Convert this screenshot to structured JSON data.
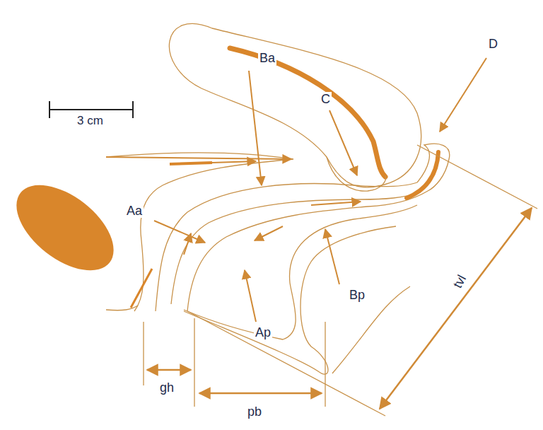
{
  "diagram": {
    "labels": [
      "3 cm",
      "Ba",
      "C",
      "D",
      "Aa",
      "Bp",
      "Ap",
      "gh",
      "pb",
      "tvl"
    ]
  }
}
